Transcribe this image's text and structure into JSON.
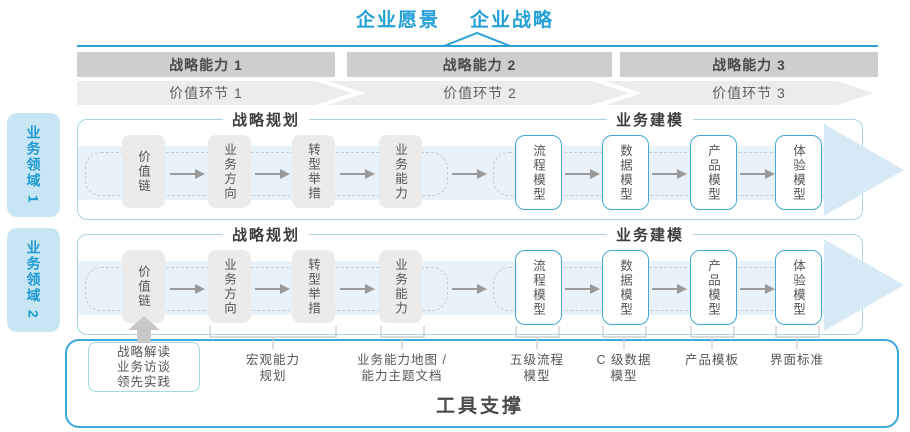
{
  "header": {
    "vision": "企业愿景",
    "strategy": "企业战略"
  },
  "capability_bar": {
    "segments": [
      "战略能力 1",
      "战略能力 2",
      "战略能力 3"
    ]
  },
  "value_bar": {
    "segments": [
      "价值环节 1",
      "价值环节 2",
      "价值环节 3"
    ]
  },
  "domains": [
    {
      "sidebar": "业务领域 1",
      "planning_header": "战略规划",
      "modeling_header": "业务建模",
      "stages": [
        "价值链",
        "业务方向",
        "转型举措",
        "业务能力"
      ],
      "models": [
        "流程模型",
        "数据模型",
        "产品模型",
        "体验模型"
      ]
    },
    {
      "sidebar": "业务领域 2",
      "planning_header": "战略规划",
      "modeling_header": "业务建模",
      "stages": [
        "价值链",
        "业务方向",
        "转型举措",
        "业务能力"
      ],
      "models": [
        "流程模型",
        "数据模型",
        "产品模型",
        "体验模型"
      ]
    }
  ],
  "annotations": {
    "practice": "战略解读\n业务访谈\n领先实践",
    "macro_capability": "宏观能力\n规划",
    "capability_map": "业务能力地图 /\n能力主题文档",
    "process_model": "五级流程\n模型",
    "data_model": "C 级数据\n模型",
    "product_template": "产品模板",
    "ui_standard": "界面标准"
  },
  "tool_support": {
    "label": "工具支撑"
  },
  "colors": {
    "accent_blue": "#2aa0d5",
    "container_border": "#a9d4e8",
    "band": "#e9f2f9",
    "band_arrow": "#d8e9f6",
    "bar_dark": "#cecece",
    "bar_light": "#ececec",
    "box_gray": "#ebebeb",
    "model_box_border": "#44a7d6",
    "sidebar_fill": "#c7e5f3",
    "sidebar_text": "#1e9ad0",
    "tool_border": "#3caada",
    "bracket_gray": "#c8c8c8",
    "text_gray": "#555555"
  }
}
